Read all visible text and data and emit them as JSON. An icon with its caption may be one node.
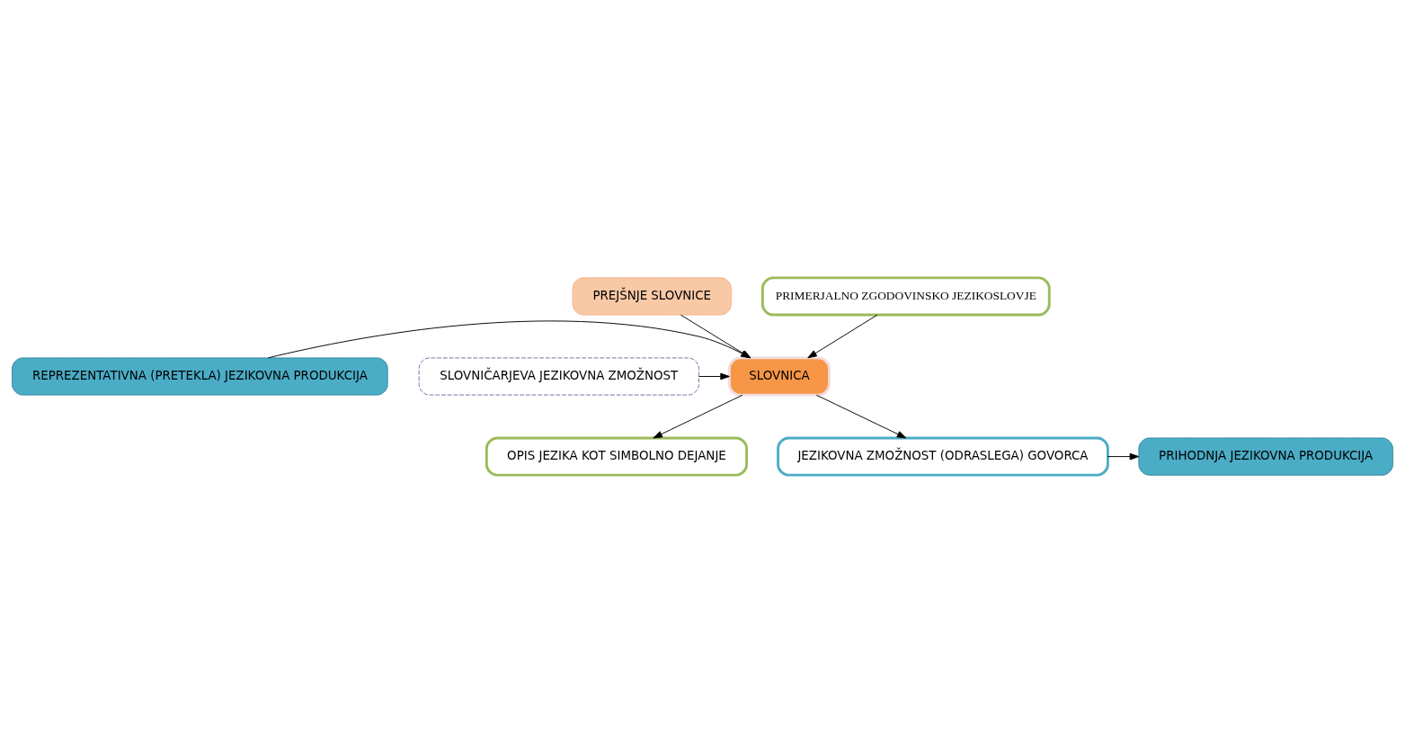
{
  "diagram": {
    "nodes": [
      {
        "text": [
          "PREJŠNJE SLOVNICE"
        ]
      },
      {
        "text": [
          "PRIMERJALNO ZGODOVINSKO JEZIKOSLOVJE"
        ]
      },
      {
        "text": [
          "SLOVNICA"
        ]
      },
      {
        "text": [
          "REPREZENTATIVNA (PRETEKLA) JEZIKOVNA PRODUKCIJA"
        ]
      },
      {
        "text": [
          "SLOVNIČARJEVA JEZIKOVNA ZMOŽNOST"
        ]
      },
      {
        "text": [
          "OPIS JEZIKA KOT SIMBOLNO DEJANJE"
        ]
      },
      {
        "text": [
          "JEZIKOVNA ZMOŽNOST (ODRASLEGA) GOVORCA"
        ]
      },
      {
        "text": [
          "PRIHODNJA JEZIKOVNA PRODUKCIJA"
        ]
      }
    ],
    "edges": [
      {
        "from": 0,
        "to": 2,
        "arrow": "to"
      },
      {
        "from": 1,
        "to": 2,
        "arrow": "to"
      },
      {
        "from": 3,
        "to": 2,
        "arrow": "to"
      },
      {
        "from": 4,
        "to": 2,
        "arrow": "to"
      },
      {
        "from": 2,
        "to": 5,
        "arrow": "to"
      },
      {
        "from": 2,
        "to": 6,
        "arrow": "to"
      },
      {
        "from": 6,
        "to": 7,
        "arrow": "to"
      }
    ]
  }
}
